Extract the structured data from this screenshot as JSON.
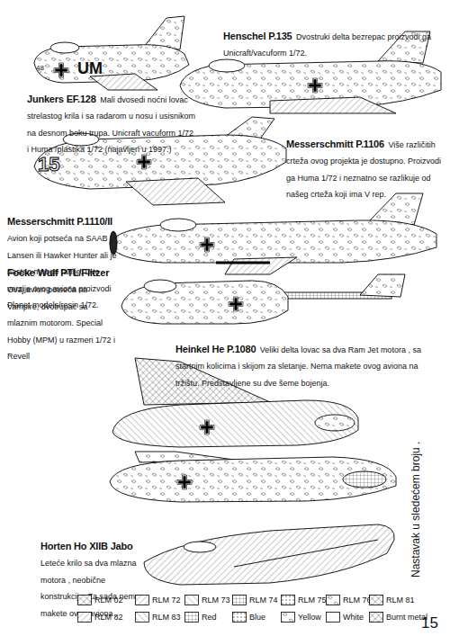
{
  "diagram": {
    "labels": [
      "Henschel P.135",
      "Dvostruki delta bezrepac proizvodi ga Unicraft/vacuform 1/72.",
      "48",
      "UM",
      "Junkers EF.128",
      "Mali dvosedi noćni lovac strelastog krila i sa radarom u nosu i usisnikom na desnom boku trupa. Unicraft vacuform 1/72 i Huma /plastika 1/72 (najavljen u 1997.)",
      "Messerschmitt P.1106",
      "Više različitih crteža ovog projekta je dostupno. Proizvodi ga Huma 1/72 i neznatno se razlikuje od našeg crteža koji ima V rep.",
      "15",
      "Messerschmitt P.1110/II",
      "Avion koji potseća na SAAB Lansen ili Hawker Hunter ali je nastao mnogo ranije. Dve verzije ovog aviona proizvodi Planet models/resin 1/72.",
      "Focke Wulf PTL/Flitzer",
      "Ovaj avion potseća na Vampire, dvotrupac sa mlaznim motorom. Special Hobby (MPM) u razmeri 1/72 i Revell",
      "Heinkel He P.1080",
      "Veliki delta lovac sa dva Ram Jet motora , sa startnim kolicima i skijom za sletanje. Nema makete ovog aviona na tržištu. Predstavljene su dve šeme bojenja.",
      "Horten Ho XIIB Jabo",
      "Leteće krilo sa dva mlazna motora , neobične konstrukcije. Za sada nema makete ovog aviona .",
      "Nastavak u sledećem broju .",
      "15"
    ],
    "legend": [
      {
        "text": "RLM 02"
      },
      {
        "text": "RLM 72"
      },
      {
        "text": "RLM 73"
      },
      {
        "text": "RLM 74"
      },
      {
        "text": "RLM 75"
      },
      {
        "text": "RLM 76"
      },
      {
        "text": "RLM 81"
      },
      {
        "text": "RLM 82"
      },
      {
        "text": "RLM 83"
      },
      {
        "text": "Red"
      },
      {
        "text": "Blue"
      },
      {
        "text": "Yellow"
      },
      {
        "text": "White"
      },
      {
        "text": "Burnt metal"
      }
    ]
  }
}
